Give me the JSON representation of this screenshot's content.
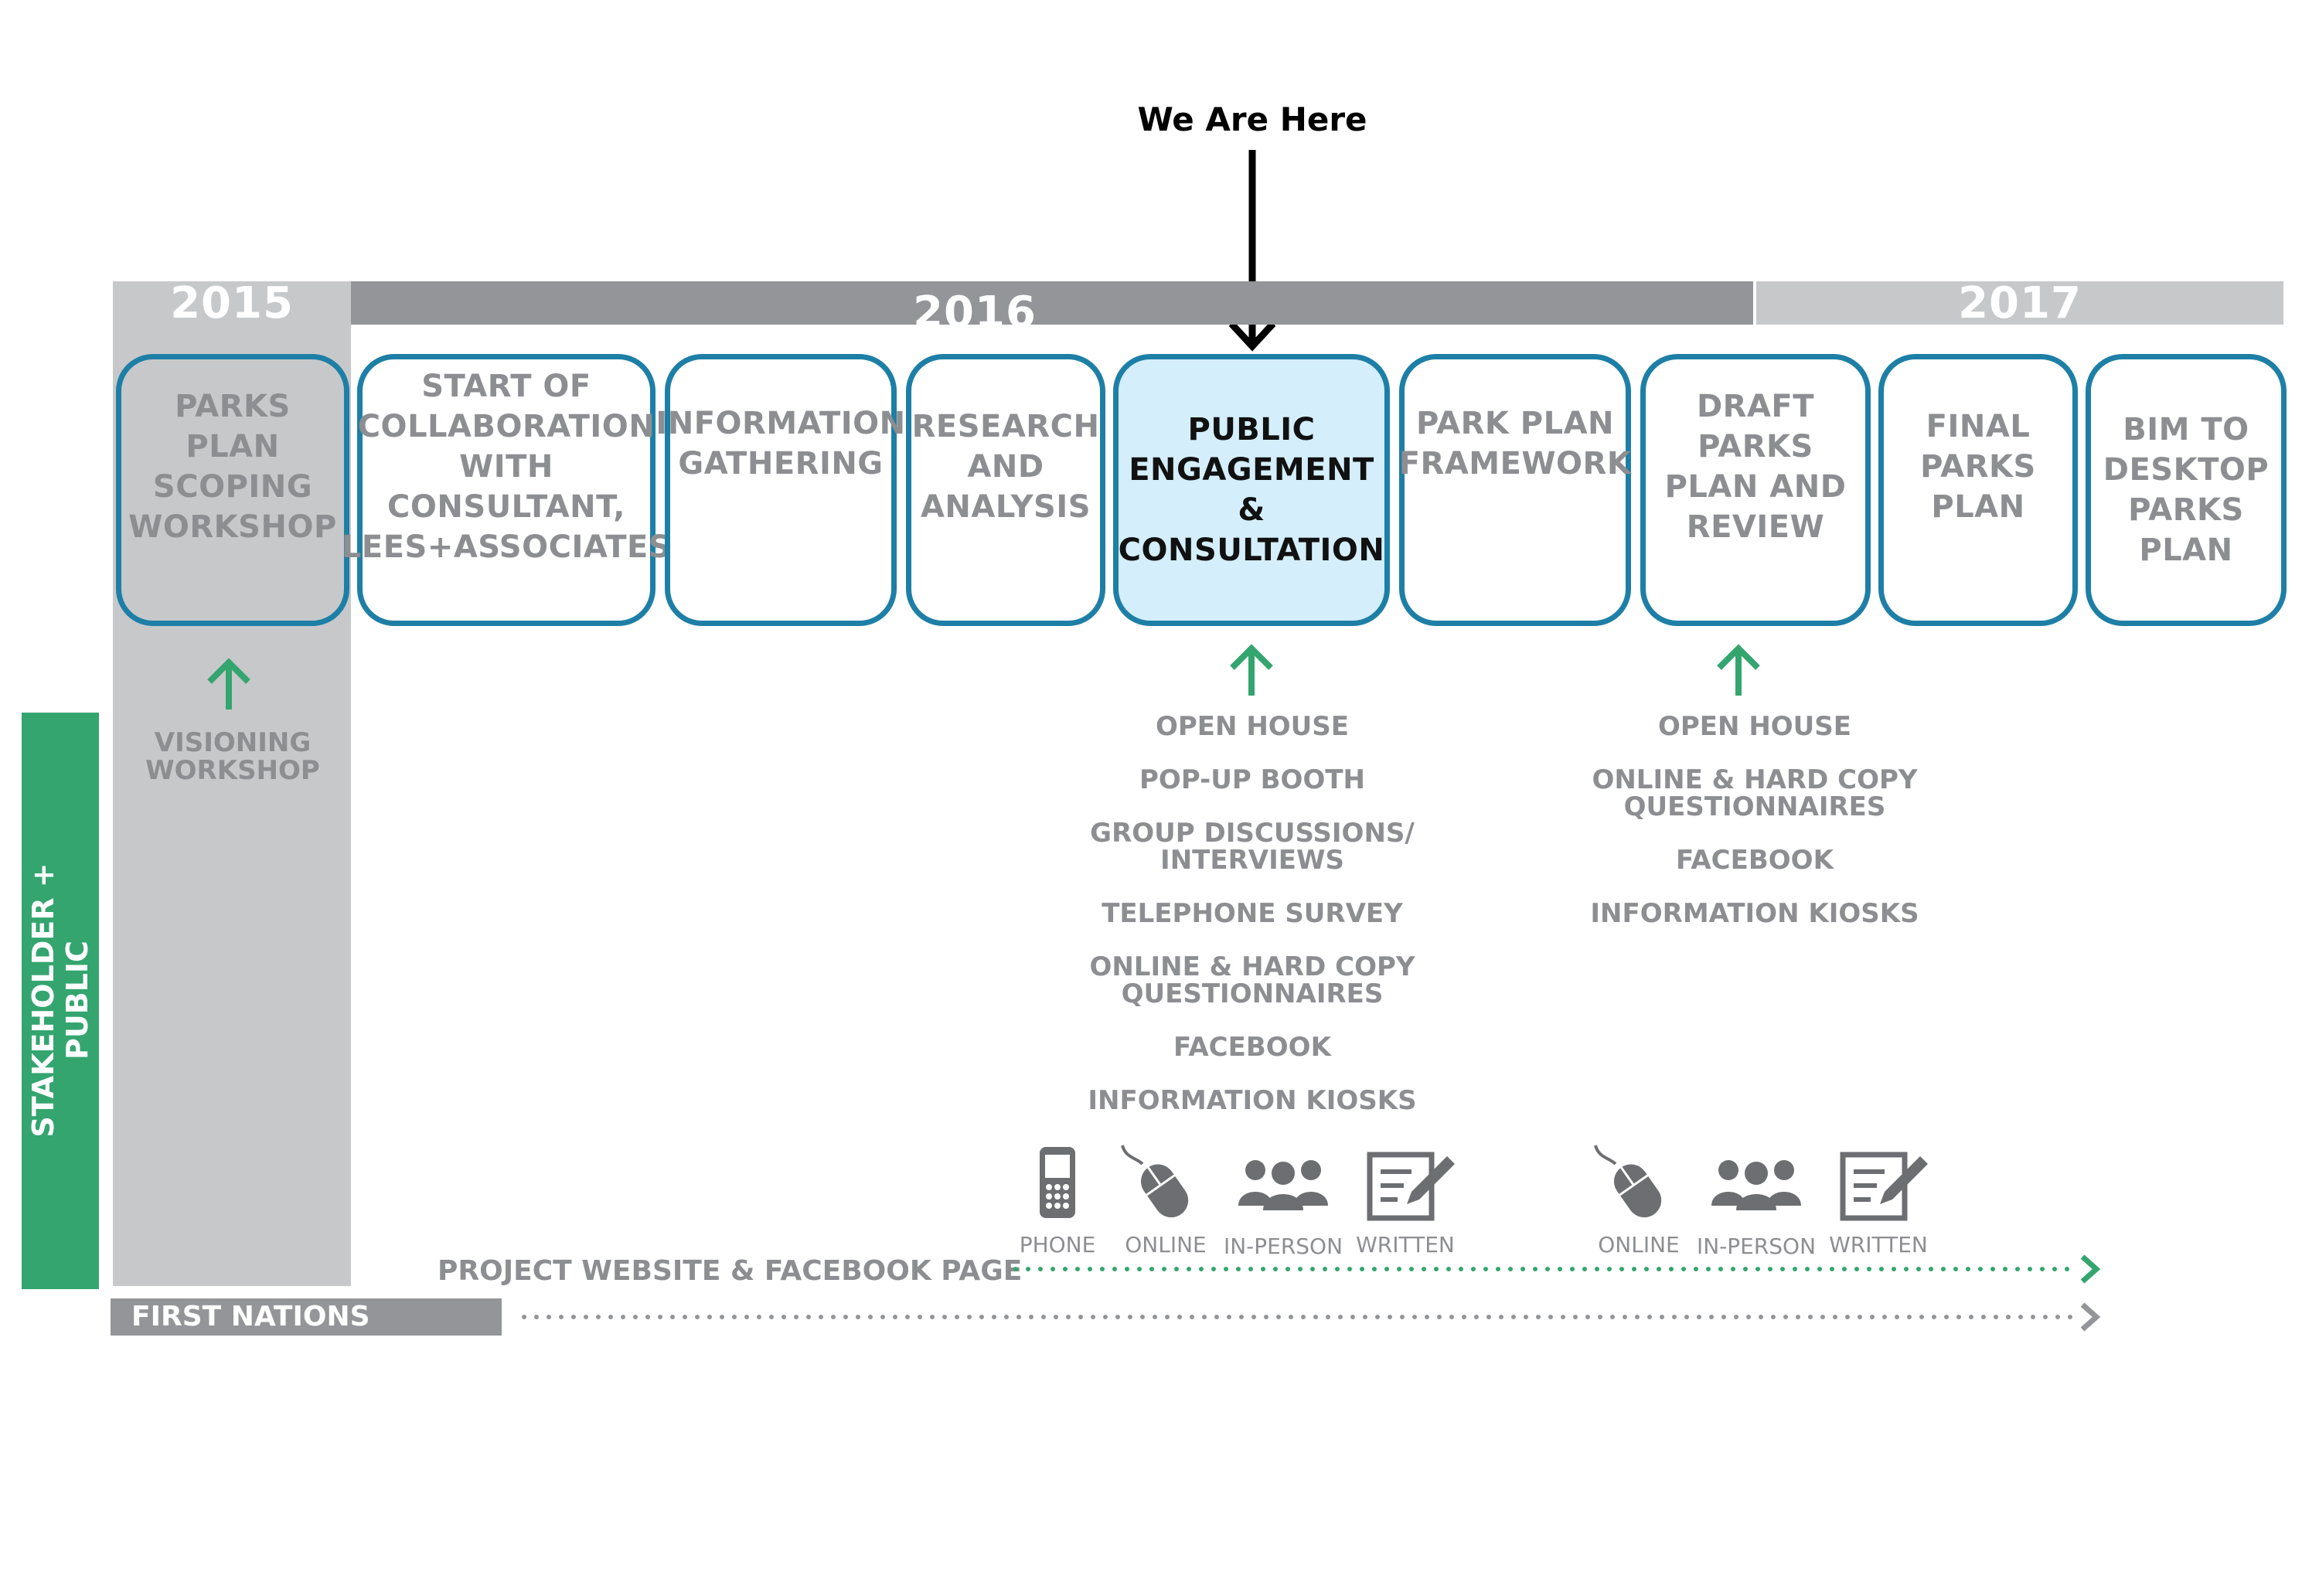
{
  "pointer": {
    "label": "We Are Here"
  },
  "years": {
    "y2015": "2015",
    "y2016": "2016",
    "y2017": "2017"
  },
  "stages": [
    {
      "label": "PARKS PLAN\nSCOPING\nWORKSHOP"
    },
    {
      "label": "START OF\nCOLLABORATION\nWITH CONSULTANT,\nLEES+ASSOCIATES"
    },
    {
      "label": "INFORMATION\nGATHERING"
    },
    {
      "label": "RESEARCH\nAND\nANALYSIS"
    },
    {
      "label": "PUBLIC\nENGAGEMENT\n&\nCONSULTATION"
    },
    {
      "label": "PARK PLAN\nFRAMEWORK"
    },
    {
      "label": "DRAFT PARKS\nPLAN AND\nREVIEW"
    },
    {
      "label": "FINAL\nPARKS\nPLAN"
    },
    {
      "label": "BIM TO\nDESKTOP\nPARKS\nPLAN"
    }
  ],
  "visioning": {
    "label": "VISIONING\nWORKSHOP"
  },
  "engagement_activities": [
    "OPEN HOUSE",
    "POP-UP BOOTH",
    "GROUP DISCUSSIONS/\nINTERVIEWS",
    "TELEPHONE SURVEY",
    "ONLINE & HARD COPY\nQUESTIONNAIRES",
    "FACEBOOK",
    "INFORMATION KIOSKS"
  ],
  "review_activities": [
    "OPEN HOUSE",
    "ONLINE & HARD COPY\nQUESTIONNAIRES",
    "FACEBOOK",
    "INFORMATION KIOSKS"
  ],
  "engagement_channels": [
    {
      "icon": "phone-icon",
      "label": "PHONE"
    },
    {
      "icon": "mouse-icon",
      "label": "ONLINE"
    },
    {
      "icon": "people-icon",
      "label": "IN-PERSON"
    },
    {
      "icon": "written-form-icon",
      "label": "WRITTEN"
    }
  ],
  "review_channels": [
    {
      "icon": "mouse-icon",
      "label": "ONLINE"
    },
    {
      "icon": "people-icon",
      "label": "IN-PERSON"
    },
    {
      "icon": "written-form-icon",
      "label": "WRITTEN"
    }
  ],
  "side": {
    "label": "STAKEHOLDER +\nPUBLIC"
  },
  "website": {
    "label": "PROJECT WEBSITE & FACEBOOK PAGE"
  },
  "first_nations": {
    "label": "FIRST NATIONS"
  },
  "colors": {
    "stage_border": "#1e7fa6",
    "current_fill": "#d4eefb",
    "green": "#34a56f",
    "grey_text": "#8d8e91",
    "year_2015": "#c7c8ca",
    "year_2016": "#939598",
    "year_2017": "#c7c8ca"
  }
}
